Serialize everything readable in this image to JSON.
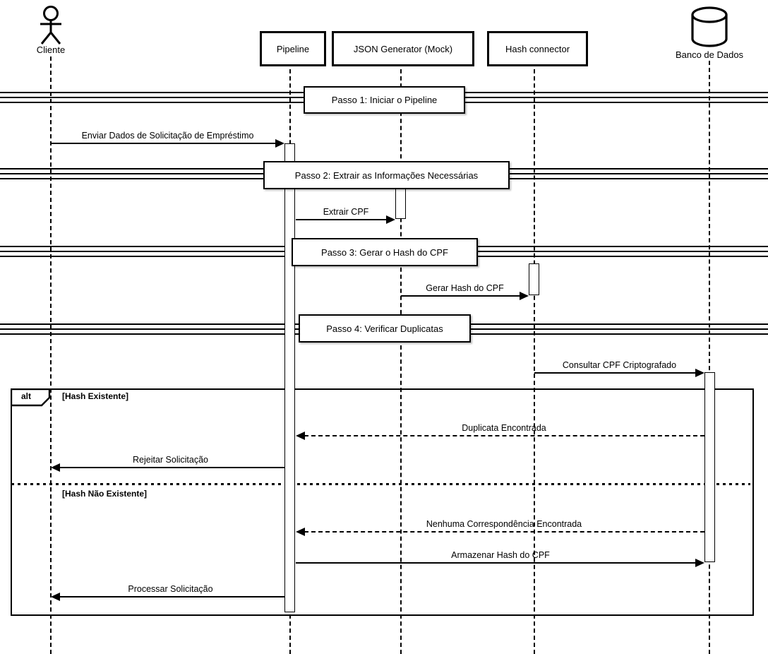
{
  "participants": {
    "cliente": "Cliente",
    "pipeline": "Pipeline",
    "json_generator": "JSON Generator (Mock)",
    "hash_connector": "Hash connector",
    "banco": "Banco de Dados"
  },
  "steps": {
    "passo1": "Passo 1: Iniciar o Pipeline",
    "passo2": "Passo 2: Extrair as Informações Necessárias",
    "passo3": "Passo 3: Gerar o Hash do CPF",
    "passo4": "Passo 4: Verificar Duplicatas"
  },
  "messages": {
    "enviar_dados": "Enviar Dados de Solicitação de Empréstimo",
    "extrair_cpf": "Extrair CPF",
    "gerar_hash": "Gerar Hash do CPF",
    "consultar_cpf": "Consultar CPF Criptografado",
    "duplicata": "Duplicata Encontrada",
    "rejeitar": "Rejeitar Solicitação",
    "nenhuma": "Nenhuma Correspondência Encontrada",
    "armazenar": "Armazenar Hash do CPF",
    "processar": "Processar Solicitação"
  },
  "alt_frame": {
    "operator": "alt",
    "guard_existente": "[Hash Existente]",
    "guard_nao_existente": "[Hash Não Existente]"
  },
  "colors": {
    "line": "#000000",
    "background": "#ffffff"
  }
}
